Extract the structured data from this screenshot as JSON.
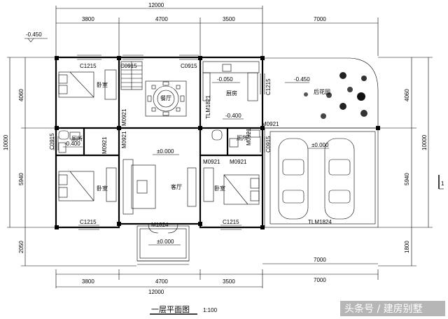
{
  "dims": {
    "top_total": "12000",
    "top_segments": [
      "3800",
      "4700",
      "3500",
      "7000"
    ],
    "bottom_segments": [
      "3800",
      "4700",
      "3500",
      "7000"
    ],
    "bottom_total": "12000",
    "bottom_upper": "7000",
    "left_segments": [
      "4060",
      "5940",
      "2050"
    ],
    "left_total": "10000",
    "right_segments": [
      "4060",
      "5940",
      "1800"
    ],
    "right_total": "10000"
  },
  "levels": {
    "outer": "-0.450",
    "kitchen": "-0.050",
    "garden": "-0.450",
    "bath_left": "-0.400",
    "bath_right": "-0.400",
    "living": "±0.000",
    "garage": "±0.000",
    "porch": "±0.000"
  },
  "rooms": {
    "bedroom_left_top": "卧室",
    "dining": "餐厅",
    "kitchen": "厨房",
    "garden": "后花园",
    "bath_left": "厕所",
    "bath_right": "厕所",
    "bedroom_left_bottom": "卧室",
    "living": "客厅",
    "bedroom_right": "卧室"
  },
  "openings": {
    "c1215_a": "C1215",
    "c0915_a": "C0915",
    "c0915_b": "C0915",
    "c1215_side": "C1215",
    "tlm1821": "TLM1821",
    "m0921_dining": "M0921",
    "m0921_bath_r": "M0921",
    "c0915_side": "C0915",
    "c0915_left": "C0915",
    "m0921_bath_l": "M0921",
    "m0921_hall": "M0921",
    "m0921_bed_r": "M0921",
    "m0921_bed_r2": "M0921",
    "m0921_bed_l": "M0921",
    "m1824": "M1824",
    "c1215_b": "C1215",
    "c1215_c": "C1215",
    "tlm1824": "TLM1824"
  },
  "section_mark": "1",
  "caption": {
    "title": "一层平面图",
    "scale": "1:100"
  },
  "watermark": "头条号 / 建房别墅"
}
